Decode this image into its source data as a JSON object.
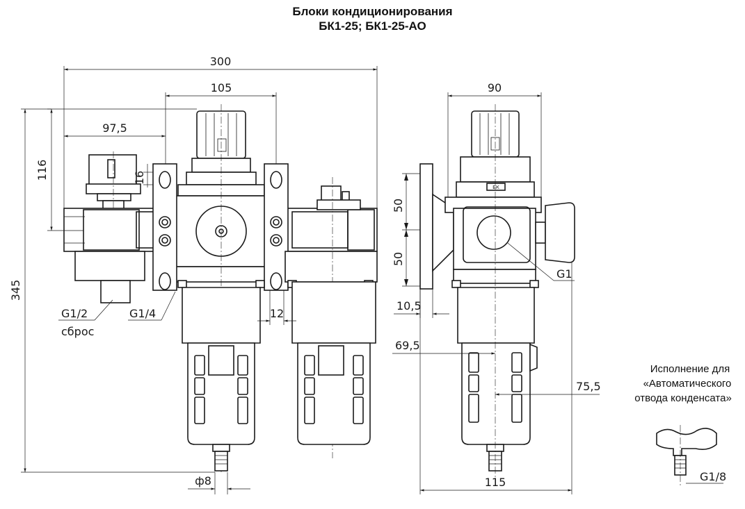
{
  "title": {
    "line1": "Блоки кондиционирования",
    "line2": "БК1-25; БК1-25-АО"
  },
  "dimensions": {
    "overall_width": "300",
    "center_to_center": "105",
    "left_offset": "97,5",
    "top_height": "116",
    "total_height": "345",
    "knob_offset": "16",
    "gap_width": "12",
    "bowl_diameter": "ф8",
    "side_width": "90",
    "mount_upper": "50",
    "mount_lower": "50",
    "flange_thickness": "10,5",
    "mount_depth": "69,5",
    "bowl_offset": "75,5",
    "base_width": "115"
  },
  "labels": {
    "port_left": "G1/2",
    "port_left_sub": "сброс",
    "port_gauge": "G1/4",
    "port_side": "G1",
    "drain_port": "G1/8",
    "model_mark": "БК"
  },
  "note": {
    "line1": "Исполнение для",
    "line2": "«Автоматического",
    "line3": "отвода конденсата»"
  }
}
